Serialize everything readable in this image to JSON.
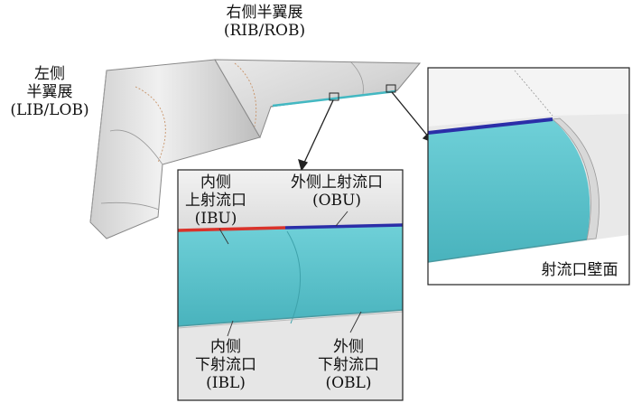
{
  "labels": {
    "right_wing": {
      "line1": "右侧半翼展",
      "line2": "(RIB/ROB)"
    },
    "left_wing": {
      "line1": "左侧",
      "line2": "半翼展",
      "line3": "(LIB/LOB)"
    },
    "inner_upper": {
      "line1": "内侧",
      "line2": "上射流口",
      "line3": "(IBU)"
    },
    "outer_upper": {
      "line1": "外侧上射流口",
      "line2": "(OBU)"
    },
    "inner_lower": {
      "line1": "内侧",
      "line2": "下射流口",
      "line3": "(IBL)"
    },
    "outer_lower": {
      "line1": "外侧",
      "line2": "下射流口",
      "line3": "(OBL)"
    },
    "jet_wall": "射流口壁面"
  },
  "colors": {
    "wing": "#dedede",
    "flap": "#5cc3cc",
    "inner_slot": "#d9332b",
    "outer_slot": "#2b2ea8"
  }
}
